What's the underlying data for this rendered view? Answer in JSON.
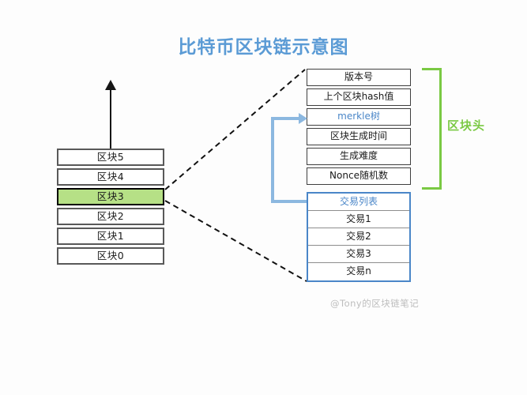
{
  "diagram": {
    "title": "比特币区块链示意图",
    "watermark": "@Tony的区块链笔记",
    "colors": {
      "title_blue": "#5b9bd5",
      "accent_blue": "#4a86c8",
      "connector_blue": "#8cb8e0",
      "bracket_green": "#7ac943",
      "highlight_green": "#b6e086",
      "block_border": "#595959",
      "watermark_gray": "#bdbdbd",
      "background": "#fdfdfd"
    }
  },
  "chain": {
    "name": "blockchain-stack",
    "blocks": [
      {
        "label": "区块5",
        "highlighted": false
      },
      {
        "label": "区块4",
        "highlighted": false
      },
      {
        "label": "区块3",
        "highlighted": true
      },
      {
        "label": "区块2",
        "highlighted": false
      },
      {
        "label": "区块1",
        "highlighted": false
      },
      {
        "label": "区块0",
        "highlighted": false
      }
    ]
  },
  "block_header": {
    "bracket_label": "区块头",
    "rows": [
      {
        "label": "版本号",
        "emphasis": false
      },
      {
        "label": "上个区块hash值",
        "emphasis": false
      },
      {
        "label": "merkle树",
        "emphasis": true
      },
      {
        "label": "区块生成时间",
        "emphasis": false
      },
      {
        "label": "生成难度",
        "emphasis": false
      },
      {
        "label": "Nonce随机数",
        "emphasis": false
      }
    ]
  },
  "transaction_list": {
    "header": "交易列表",
    "rows": [
      {
        "label": "交易1"
      },
      {
        "label": "交易2"
      },
      {
        "label": "交易3"
      },
      {
        "label": "交易n"
      }
    ]
  },
  "connectors": {
    "up_arrow": "chain-growth-arrow",
    "merkle_link": "transactions-to-merkle-arrow",
    "expand_top": "block3-to-header-dashed",
    "expand_bottom": "block3-to-transactions-dashed"
  }
}
